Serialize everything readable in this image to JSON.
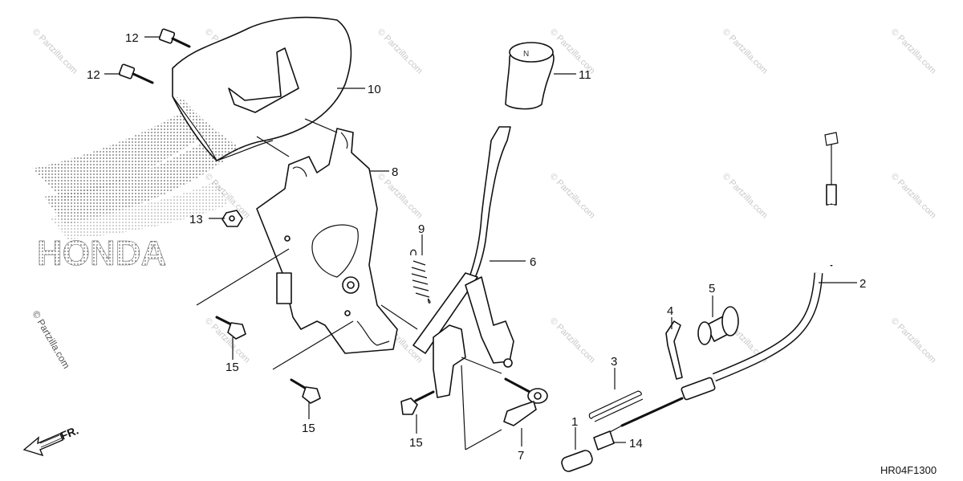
{
  "watermark": {
    "text": "© Partzilla.com"
  },
  "logo": {
    "text": "HONDA"
  },
  "diagram_code": "HR04F1300",
  "front_arrow": {
    "label": "FR."
  },
  "callouts": [
    {
      "id": "c12a",
      "text": "12"
    },
    {
      "id": "c12b",
      "text": "12"
    },
    {
      "id": "c10",
      "text": "10"
    },
    {
      "id": "c11",
      "text": "11"
    },
    {
      "id": "c8",
      "text": "8"
    },
    {
      "id": "c13",
      "text": "13"
    },
    {
      "id": "c9",
      "text": "9"
    },
    {
      "id": "c6",
      "text": "6"
    },
    {
      "id": "c2",
      "text": "2"
    },
    {
      "id": "c5",
      "text": "5"
    },
    {
      "id": "c4",
      "text": "4"
    },
    {
      "id": "c3",
      "text": "3"
    },
    {
      "id": "c15a",
      "text": "15"
    },
    {
      "id": "c15b",
      "text": "15"
    },
    {
      "id": "c15c",
      "text": "15"
    },
    {
      "id": "c7",
      "text": "7"
    },
    {
      "id": "c1",
      "text": "1"
    },
    {
      "id": "c14",
      "text": "14"
    }
  ]
}
